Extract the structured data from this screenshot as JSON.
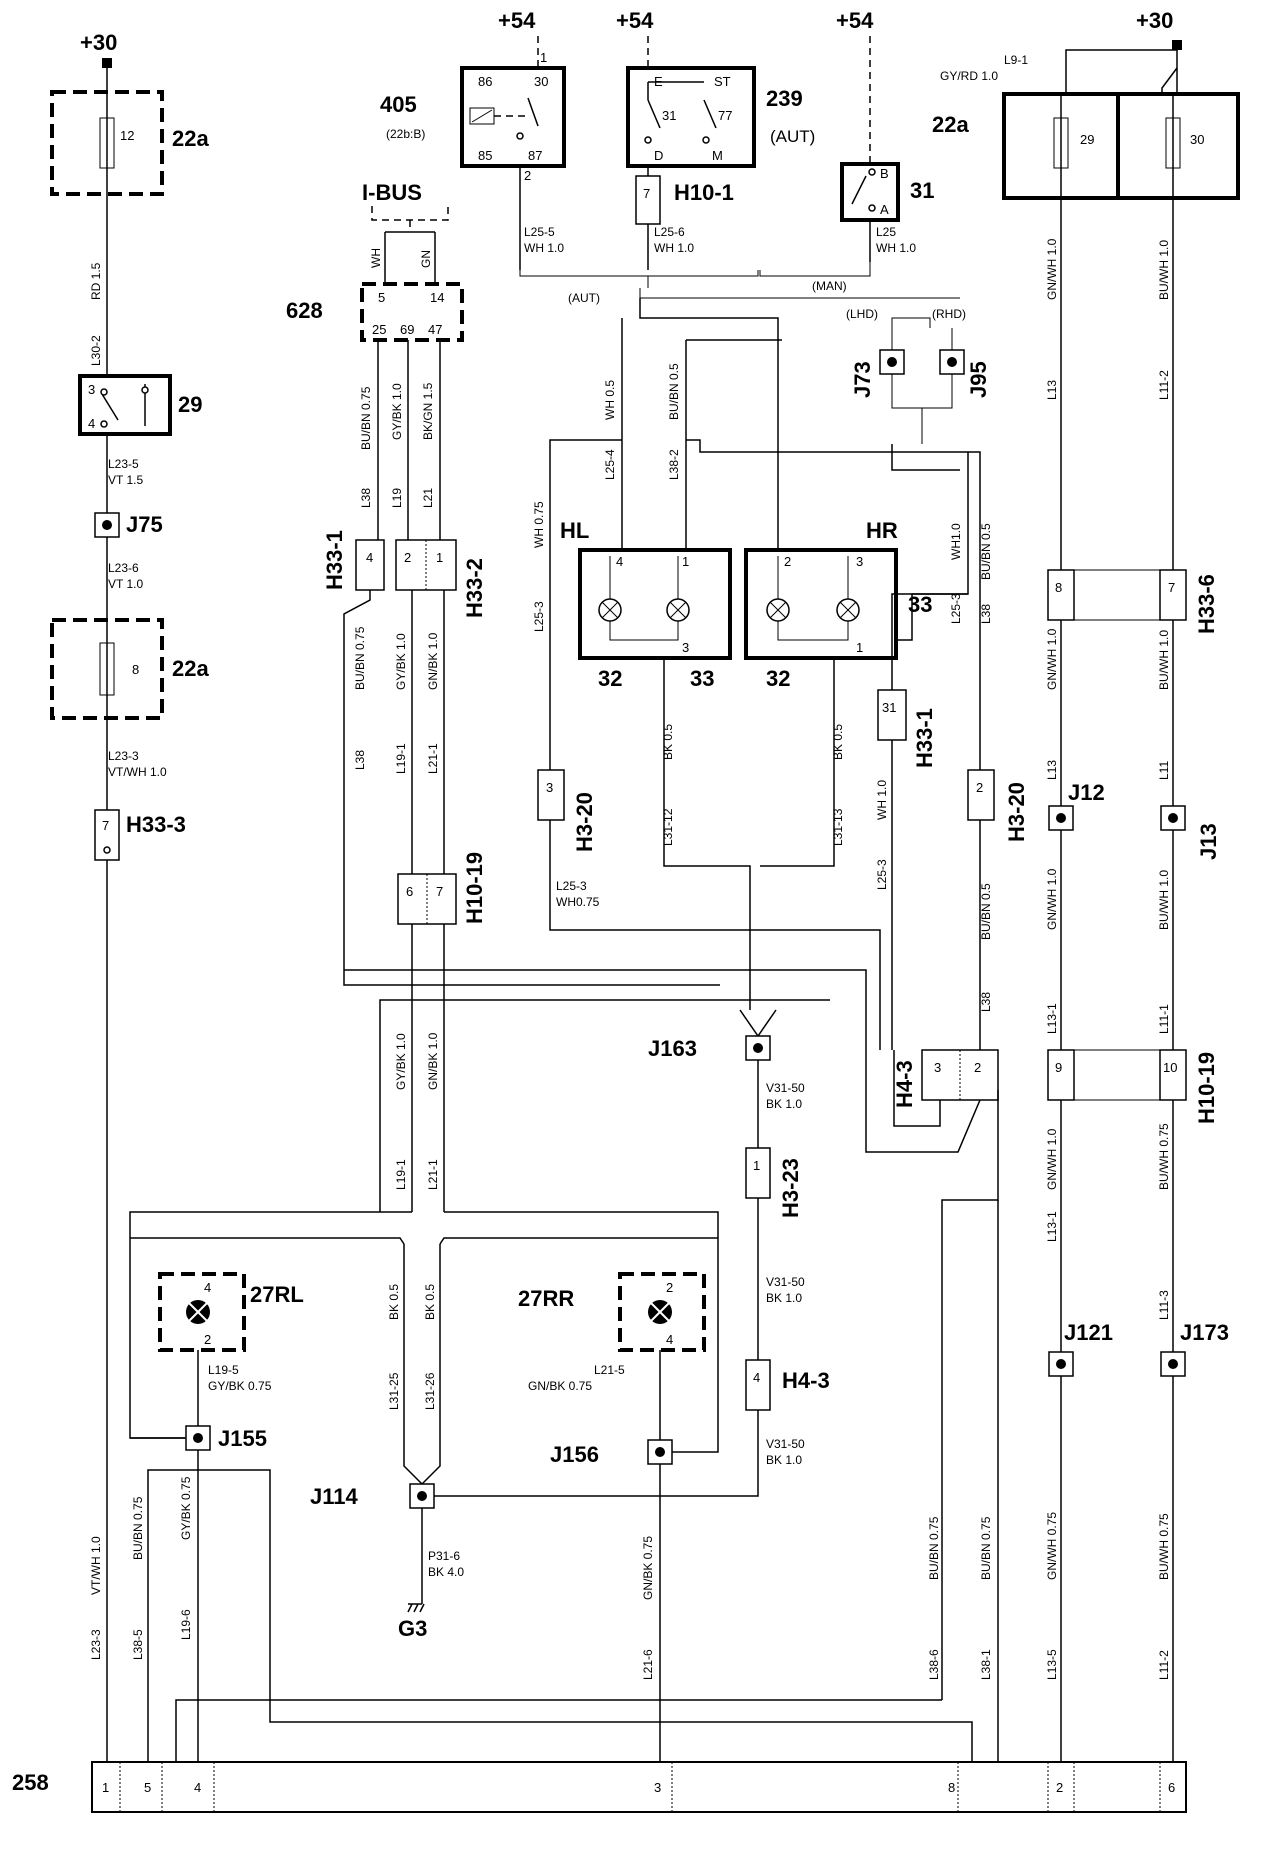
{
  "supplies": {
    "p30": "+30",
    "p54": "+54"
  },
  "components": {
    "c22a": "22a",
    "c29": "29",
    "c405": "405",
    "c405_sub": "(22b:B)",
    "c239": "239",
    "c239_sub": "(AUT)",
    "c31": "31",
    "c628": "628",
    "ibus": "I-BUS",
    "c32": "32",
    "c33": "33",
    "hl": "HL",
    "hr": "HR",
    "c27rl": "27RL",
    "c27rr": "27RR",
    "g3": "G3",
    "c258": "258",
    "aut": "(AUT)",
    "man": "(MAN)",
    "lhd": "(LHD)",
    "rhd": "(RHD)"
  },
  "junctions": {
    "j75": "J75",
    "j12": "J12",
    "j13": "J13",
    "j73": "J73",
    "j95": "J95",
    "j163": "J163",
    "j155": "J155",
    "j156": "J156",
    "j114": "J114",
    "j121": "J121",
    "j173": "J173"
  },
  "connectors": {
    "h33_1": "H33-1",
    "h33_2": "H33-2",
    "h33_3": "H33-3",
    "h33_6": "H33-6",
    "h10_1": "H10-1",
    "h10_19": "H10-19",
    "h3_20": "H3-20",
    "h3_23": "H3-23",
    "h4_3": "H4-3"
  },
  "pins": {
    "fuse12": "12",
    "fuse8": "8",
    "fuse29": "29",
    "fuse30": "30",
    "p86": "86",
    "p30": "30",
    "p85": "85",
    "p87": "87",
    "p2": "2",
    "p1": "1",
    "pE": "E",
    "pST": "ST",
    "p31": "31",
    "p77": "77",
    "pD": "D",
    "pM": "M",
    "pB": "B",
    "pA": "A",
    "p3": "3",
    "p4": "4",
    "p5": "5",
    "p14": "14",
    "p25": "25",
    "p69": "69",
    "p47": "47",
    "p6": "6",
    "p7": "7",
    "p8": "8",
    "p9": "9",
    "p10": "10"
  },
  "wires": {
    "rd15": "RD 1.5",
    "l30_2": "L30-2",
    "l23_5": "L23-5",
    "vt15": "VT 1.5",
    "l23_6": "L23-6",
    "vt10": "VT 1.0",
    "l23_3": "L23-3",
    "vtwh10": "VT/WH 1.0",
    "l9_1": "L9-1",
    "gyrd10": "GY/RD 1.0",
    "l25_5": "L25-5",
    "wh10": "WH 1.0",
    "l25_6": "L25-6",
    "l25": "L25",
    "wh": "WH",
    "gn": "GN",
    "l38": "L38",
    "bubn075": "BU/BN 0.75",
    "l19": "L19",
    "gybk10": "GY/BK 1.0",
    "l21": "L21",
    "bkgn15": "BK/GN 1.5",
    "l19_1": "L19-1",
    "l21_1": "L21-1",
    "gnbk10": "GN/BK 1.0",
    "l25_4": "L25-4",
    "wh05": "WH 0.5",
    "l38_2": "L38-2",
    "bubn05": "BU/BN 0.5",
    "l25_3": "L25-3",
    "wh075": "WH 0.75",
    "wh075b": "WH0.75",
    "wh10b": "WH1.0",
    "l31_12": "L31-12",
    "bk05": "BK 0.5",
    "l31_13": "L31-13",
    "l13": "L13",
    "gnwh10": "GN/WH 1.0",
    "l11_2": "L11-2",
    "buwh10": "BU/WH 1.0",
    "l11": "L11",
    "l13_1": "L13-1",
    "l11_1": "L11-1",
    "gnwh075": "GN/WH 0.75",
    "buwh075": "BU/WH 0.75",
    "l13_5": "L13-5",
    "l11_3": "L11-3",
    "v31_50": "V31-50",
    "bk10": "BK 1.0",
    "l19_5": "L19-5",
    "gybk075": "GY/BK 0.75",
    "l21_5": "L21-5",
    "gnbk075": "GN/BK 0.75",
    "l31_25": "L31-25",
    "l31_26": "L31-26",
    "p31_6": "P31-6",
    "bk40": "BK 4.0",
    "l38_5": "L38-5",
    "l19_6": "L19-6",
    "l21_6": "L21-6",
    "l38_6": "L38-6",
    "l38_1": "L38-1"
  }
}
